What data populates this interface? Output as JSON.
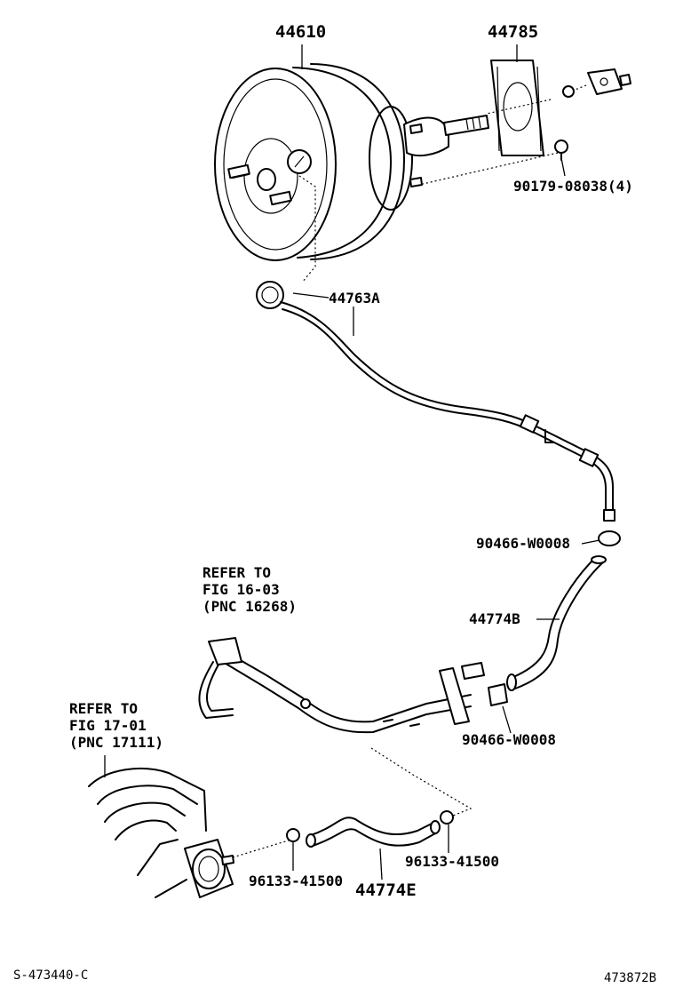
{
  "labels": {
    "booster": "44610",
    "gasket": "44785",
    "nut": "90179-08038(4)",
    "hose_pipe": "44763A",
    "clip_upper": "90466-W0008",
    "hose_b": "44774B",
    "clip_lower": "90466-W0008",
    "refer1_line1": "REFER TO",
    "refer1_line2": "FIG 16-03",
    "refer1_line3": "(PNC 16268)",
    "refer2_line1": "REFER TO",
    "refer2_line2": "FIG 17-01",
    "refer2_line3": "(PNC 17111)",
    "clamp_left": "96133-41500",
    "clamp_right": "96133-41500",
    "hose_e": "44774E",
    "footer_left": "S-473440-C",
    "footer_right": "473872B"
  }
}
